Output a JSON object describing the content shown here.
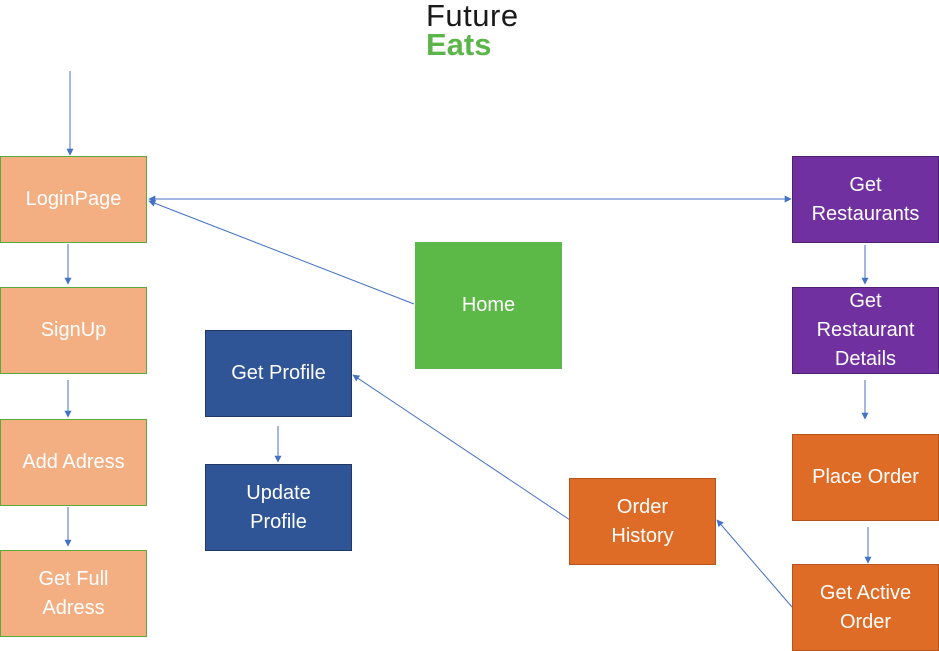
{
  "logo": {
    "line1": "Future",
    "line2": "Eats"
  },
  "nodes": {
    "login": "LoginPage",
    "signup": "SignUp",
    "add_address": "Add Adress",
    "get_full_address": "Get Full\nAdress",
    "get_profile": "Get Profile",
    "update_profile": "Update\nProfile",
    "home": "Home",
    "get_restaurants": "Get\nRestaurants",
    "get_restaurant_details": "Get\nRestaurant\nDetails",
    "place_order": "Place Order",
    "order_history": "Order\nHistory",
    "get_active_order": "Get Active\nOrder"
  },
  "colors": {
    "auth": "#f3ae82",
    "profile": "#2f5597",
    "home": "#5db947",
    "restaurants": "#7030a0",
    "orders": "#de6b26",
    "arrow": "#4472c4",
    "logo_accent": "#5bb54a"
  }
}
